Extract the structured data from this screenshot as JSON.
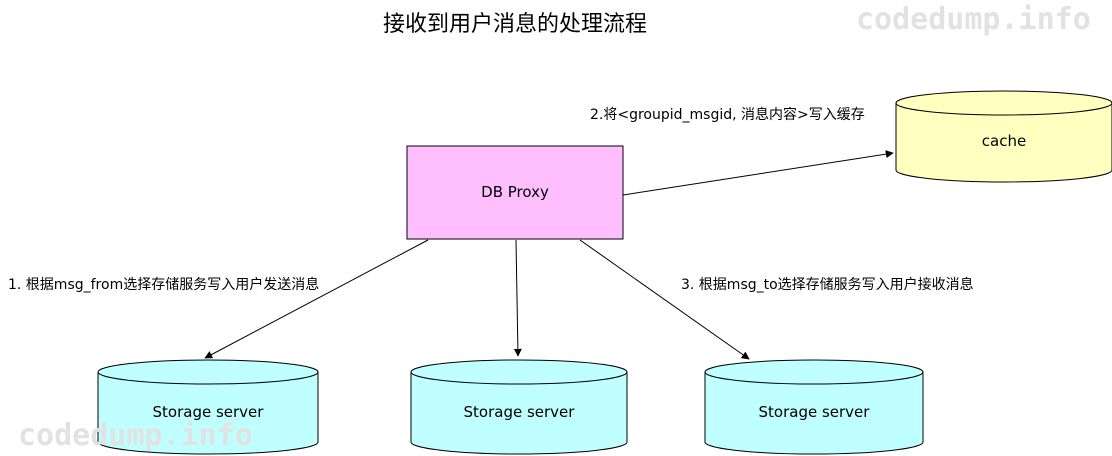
{
  "title": "接收到用户消息的处理流程",
  "watermark": "codedump.info",
  "nodes": {
    "db_proxy": {
      "label": "DB Proxy",
      "fill": "#ffbfff",
      "stroke": "#000000"
    },
    "cache": {
      "label": "cache",
      "fill": "#ffffbf",
      "stroke": "#000000"
    },
    "storage_1": {
      "label": "Storage server",
      "fill": "#bfffff",
      "stroke": "#000000"
    },
    "storage_2": {
      "label": "Storage server",
      "fill": "#bfffff",
      "stroke": "#000000"
    },
    "storage_3": {
      "label": "Storage server",
      "fill": "#bfffff",
      "stroke": "#000000"
    }
  },
  "edges": {
    "to_cache": "2.将<groupid_msgid, 消息内容>写入缓存",
    "to_storage_1": "1. 根据msg_from选择存储服务写入用户发送消息",
    "to_storage_3": "3. 根据msg_to选择存储服务写入用户接收消息"
  }
}
